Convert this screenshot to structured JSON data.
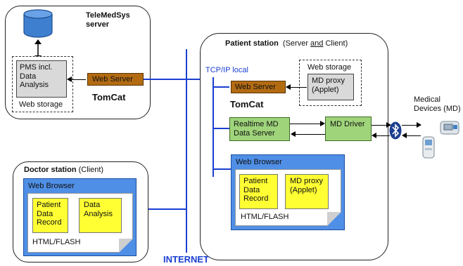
{
  "server": {
    "title_line1": "TeleMedSys",
    "title_line2": "server",
    "pms_label": "PMS incl. Data Analysis",
    "web_storage_label": "Web storage",
    "web_server_label": "Web Server",
    "tomcat_label": "TomCat"
  },
  "patient_station": {
    "title": "Patient station",
    "subtitle_prefix": "(Server ",
    "subtitle_and": "and",
    "subtitle_suffix": " Client)",
    "tcp_label": "TCP/IP local",
    "web_server_label": "Web Server",
    "tomcat_label": "TomCat",
    "web_storage_label": "Web storage",
    "md_proxy_label": "MD proxy (Applet)",
    "realtime_label": "Realtime MD Data Server",
    "md_driver_label": "MD Driver",
    "web_browser_label": "Web Browser",
    "patient_record_label": "Patient Data Record",
    "md_proxy_browser_label": "MD proxy (Applet)",
    "html_flash_label": "HTML/FLASH"
  },
  "doctor_station": {
    "title": "Doctor station",
    "subtitle": "(Client)",
    "web_browser_label": "Web Browser",
    "patient_record_label": "Patient Data Record",
    "data_analysis_label": "Data Analysis",
    "html_flash_label": "HTML/FLASH"
  },
  "internet_label": "INTERNET",
  "medical_devices_label": "Medical Devices (MD)",
  "colors": {
    "network": "#1a3fd1",
    "web_server": "#b36b12",
    "realtime": "#9fd47b",
    "browser": "#4f8fe6",
    "doc_item": "#ffff33"
  }
}
